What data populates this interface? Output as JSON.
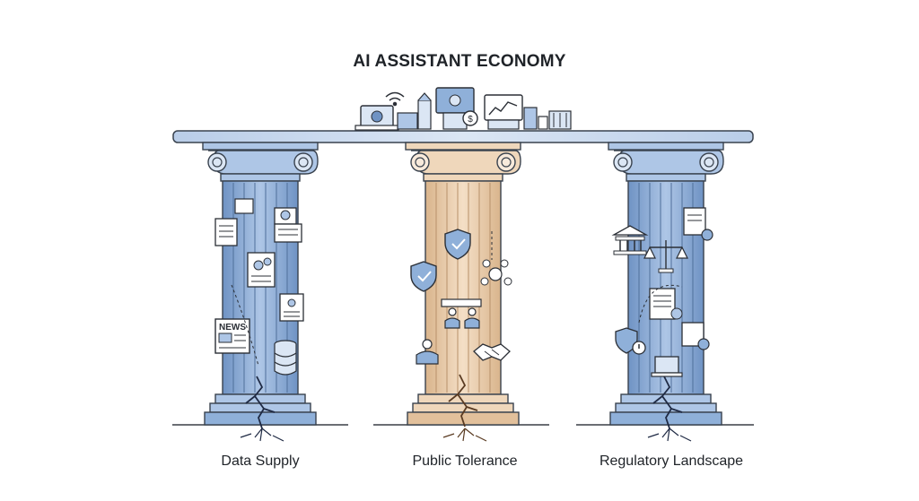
{
  "title": "AI ASSISTANT ECONOMY",
  "pillars": [
    {
      "label": "Data Supply",
      "color": "#8fb0d9",
      "icons": [
        "document-icon",
        "photo-icon",
        "news-icon",
        "database-icon",
        "profile-card-icon"
      ]
    },
    {
      "label": "Public Tolerance",
      "color": "#e8c9a6",
      "icons": [
        "shield-check-icon",
        "network-icon",
        "people-icon",
        "handshake-icon",
        "person-icon"
      ]
    },
    {
      "label": "Regulatory Landscape",
      "color": "#8fb0d9",
      "icons": [
        "courthouse-icon",
        "scales-icon",
        "certificate-icon",
        "warning-shield-icon",
        "laptop-icon"
      ]
    }
  ],
  "platform_icons": [
    "wifi-icon",
    "monitor-icon",
    "dollar-coin-icon",
    "chart-monitor-icon",
    "building-icon",
    "book-icon"
  ],
  "news_text": "NEWS"
}
